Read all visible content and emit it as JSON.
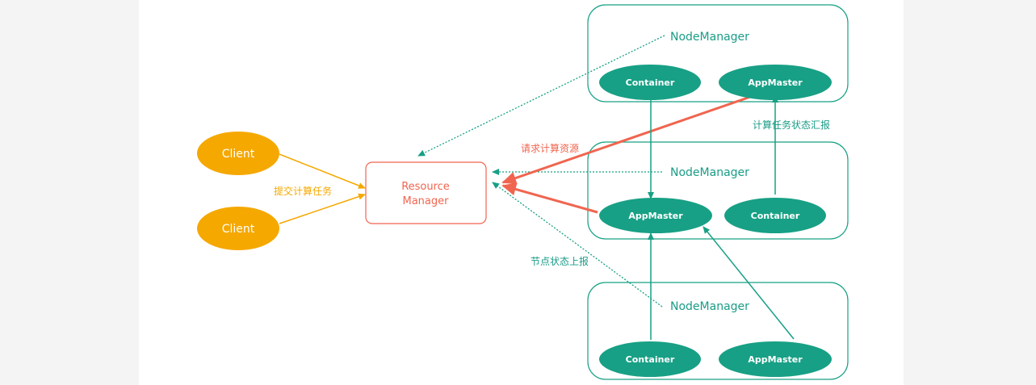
{
  "colors": {
    "client": "#f5a800",
    "resource_manager": "#f0654f",
    "node": "#17a085",
    "node_label": "#1a9c86",
    "background_margin": "#f4f4f4",
    "canvas": "#ffffff"
  },
  "clients": [
    {
      "label": "Client"
    },
    {
      "label": "Client"
    }
  ],
  "resource_manager": {
    "line1": "Resource",
    "line2": "Manager"
  },
  "node_managers": [
    {
      "label": "NodeManager",
      "left": {
        "label": "Container"
      },
      "right": {
        "label": "AppMaster"
      }
    },
    {
      "label": "NodeManager",
      "left": {
        "label": "AppMaster"
      },
      "right": {
        "label": "Container"
      }
    },
    {
      "label": "NodeManager",
      "left": {
        "label": "Container"
      },
      "right": {
        "label": "AppMaster"
      }
    }
  ],
  "edge_labels": {
    "submit_task": "提交计算任务",
    "request_resources": "请求计算资源",
    "task_status_report": "计算任务状态汇报",
    "node_status_report": "节点状态上报"
  }
}
